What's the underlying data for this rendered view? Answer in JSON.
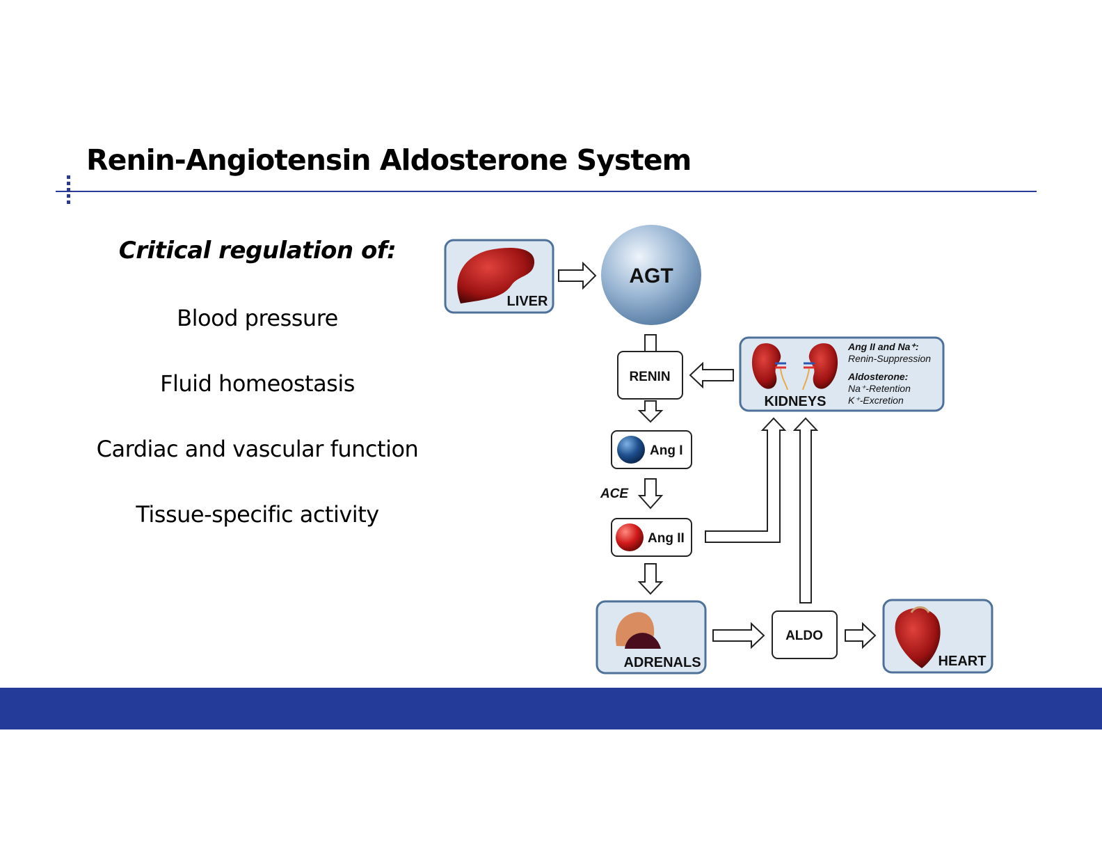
{
  "slide": {
    "title": "Renin-Angiotensin Aldosterone System",
    "subheading": "Critical regulation of:",
    "items": [
      "Blood pressure",
      "Fluid homeostasis",
      "Cardiac and vascular function",
      "Tissue-specific activity"
    ],
    "accent_color": "#253b99"
  },
  "diagram": {
    "liver": "LIVER",
    "agt": "AGT",
    "renin": "RENIN",
    "ang1": "Ang I",
    "ace": "ACE",
    "ang2": "Ang II",
    "kidneys": "KIDNEYS",
    "kidney_notes": {
      "line1": "Ang II and Na⁺:",
      "line2": "Renin-Suppression",
      "line3": "Aldosterone:",
      "line4": "Na⁺-Retention",
      "line5": "K⁺-Excretion"
    },
    "adrenals": "ADRENALS",
    "aldo": "ALDO",
    "heart": "HEART"
  }
}
